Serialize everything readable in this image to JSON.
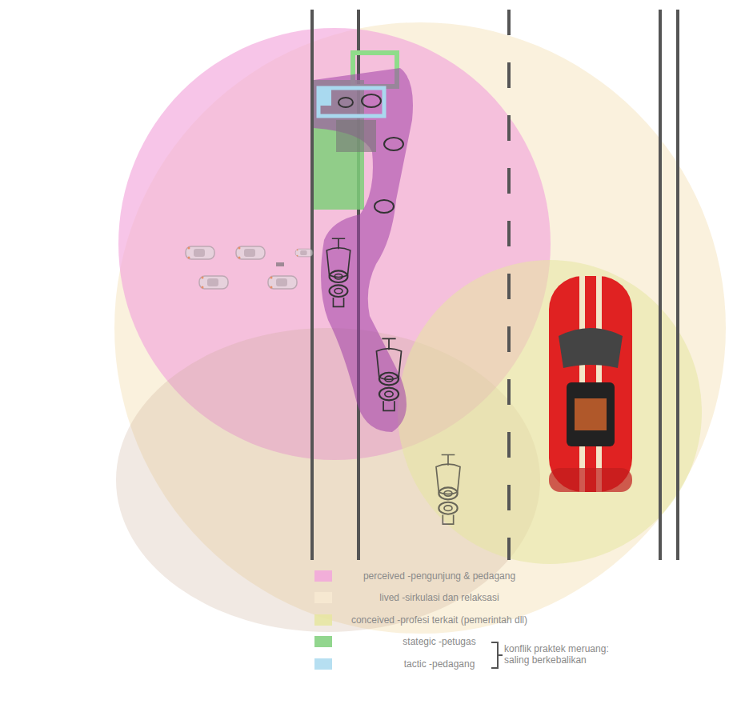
{
  "diagram": {
    "labels": [
      "konflik praktek meruang: saling berkebalikan"
    ],
    "legend": [
      {
        "text": "perceived -pengunjung & pedagang",
        "color": "#f2a6dc"
      },
      {
        "text": "lived -sirkulasi dan relaksasi",
        "color": "#f7ead2"
      },
      {
        "text": "conceived -profesi terkait (pemerintah dll)",
        "color": "#e6e6a0"
      },
      {
        "text": "stategic -petugas",
        "color": "#7fcf7a"
      },
      {
        "text": "tactic -pedagang",
        "color": "#a9d9ef"
      }
    ]
  }
}
